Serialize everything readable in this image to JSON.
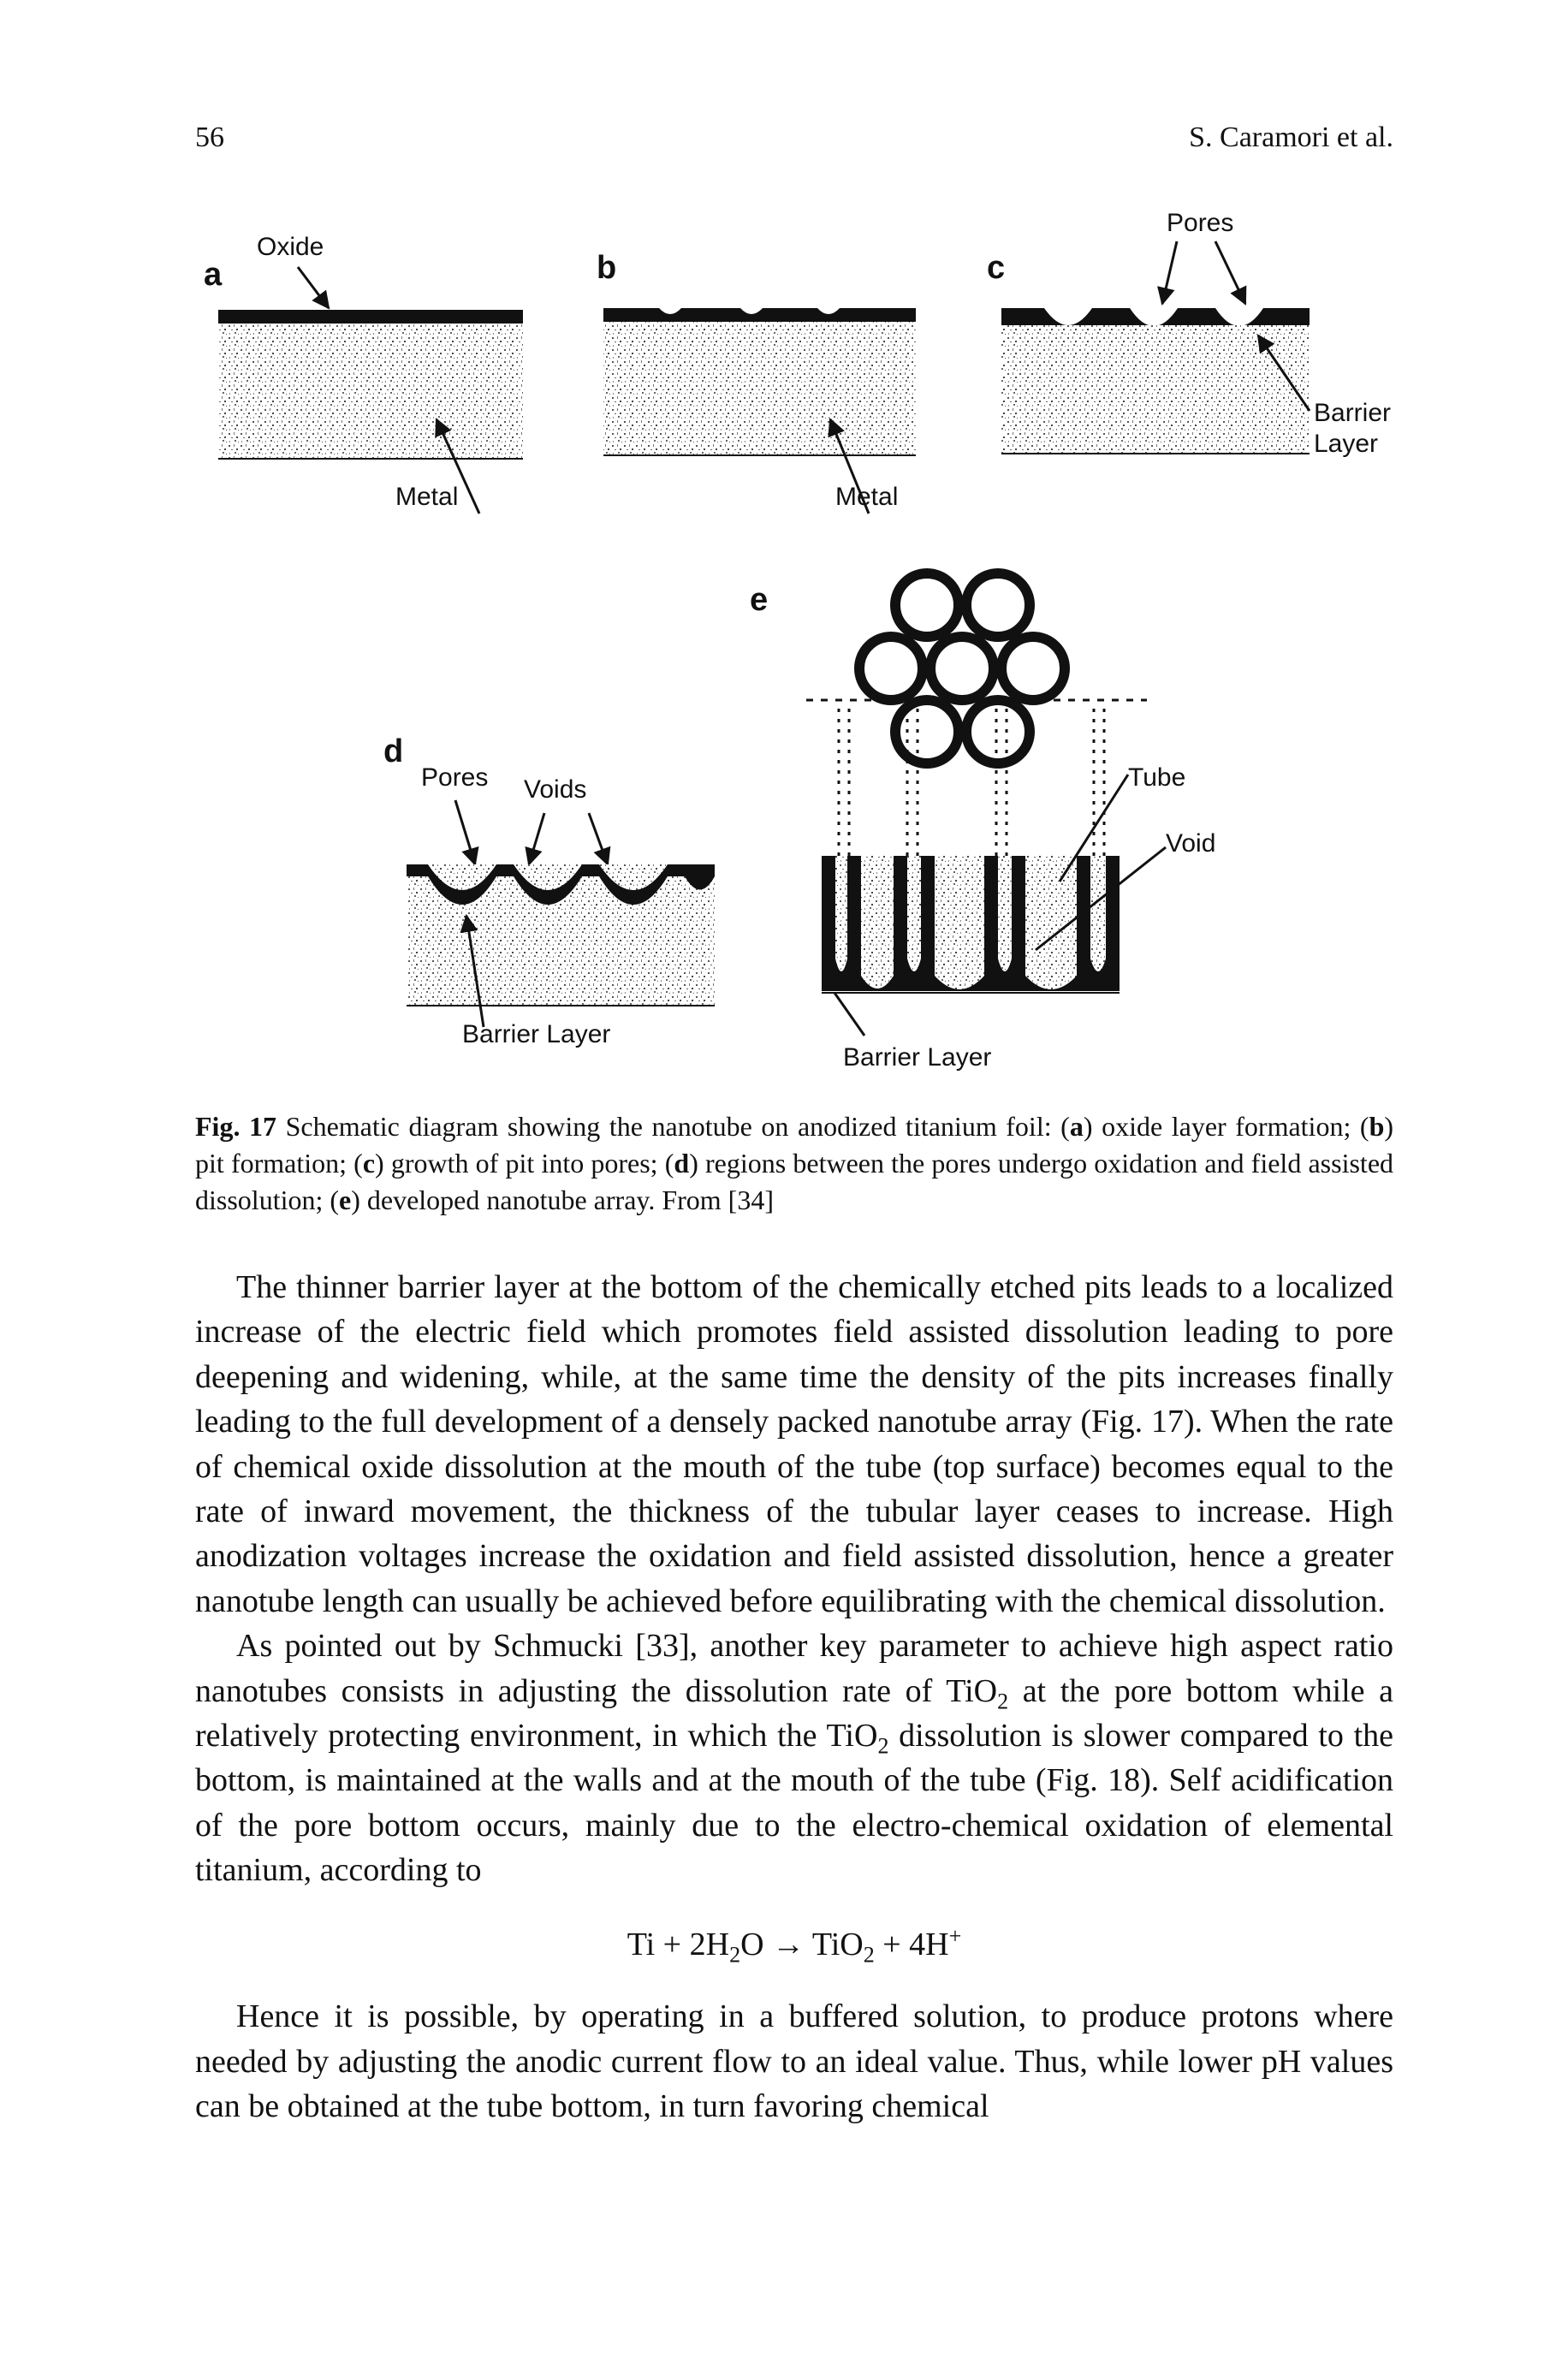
{
  "header": {
    "page_number": "56",
    "running_head": "S. Caramori et al."
  },
  "figure": {
    "panels": {
      "a": {
        "letter": "a",
        "labels": [
          "Oxide",
          "Metal"
        ]
      },
      "b": {
        "letter": "b",
        "labels": [
          "Metal"
        ]
      },
      "c": {
        "letter": "c",
        "labels": [
          "Pores",
          "Barrier",
          "Layer"
        ]
      },
      "d": {
        "letter": "d",
        "labels": [
          "Pores",
          "Voids",
          "Barrier Layer"
        ]
      },
      "e": {
        "letter": "e",
        "labels": [
          "Tube",
          "Void",
          "Barrier Layer"
        ]
      }
    }
  },
  "caption": {
    "fig_no": "Fig. 17",
    "text_1": " Schematic diagram showing the nanotube on anodized titanium foil: (",
    "a": "a",
    "text_2": ") oxide layer formation; (",
    "b": "b",
    "text_3": ") pit formation; (",
    "c": "c",
    "text_4": ") growth of pit into pores; (",
    "d": "d",
    "text_5": ") regions between the pores undergo oxidation and field assisted dissolution; (",
    "e": "e",
    "text_6": ") developed nanotube array. From [34]"
  },
  "body": {
    "p1": "The thinner barrier layer at the bottom of the chemically etched pits leads to a localized increase of the electric field which promotes field assisted dissolution leading to pore deepening and widening, while, at the same time the density of the pits increases finally leading to the full development of a densely packed nanotube array (Fig. 17). When the rate of chemical oxide dissolution at the mouth of the tube (top surface) becomes equal to the rate of inward movement, the thickness of the tubular layer ceases to increase. High anodization voltages increase the oxidation and field assisted dissolution, hence a greater nanotube length can usually be achieved before equilibrating with the chemical dissolution.",
    "p2_a": "As pointed out by Schmucki [33], another key parameter to achieve high aspect ratio nanotubes consists in adjusting the dissolution rate of TiO",
    "p2_b": " at the pore bottom while a relatively protecting environment, in which the TiO",
    "p2_c": " dissolution is slower compared to the bottom, is maintained at the walls and at the mouth of the tube (Fig. 18). Self acidification of the pore bottom occurs, mainly due to the electro-chemical oxidation of elemental titanium, according to",
    "sub_2": "2",
    "equation": {
      "lhs": "Ti + 2H",
      "h2o_sub": "2",
      "lhs_end": "O → TiO",
      "tio2_sub": "2",
      "rhs": " + 4H",
      "plus_sup": "+"
    },
    "p3": "Hence it is possible, by operating in a buffered solution, to produce protons where needed by adjusting the anodic current flow to an ideal value. Thus, while lower pH values can be obtained at the tube bottom, in turn favoring chemical"
  }
}
